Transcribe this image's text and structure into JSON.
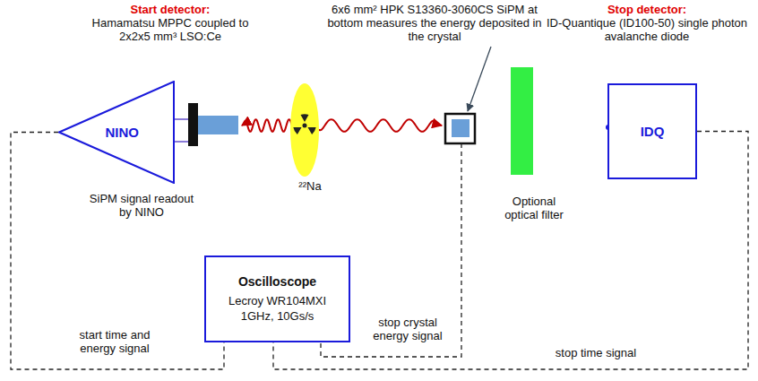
{
  "diagram": {
    "nodes": [
      {
        "text": [
          "NINO"
        ]
      },
      {
        "text": [
          "IDQ"
        ]
      },
      {
        "text": [
          "Oscilloscope",
          "Lecroy WR104MXI 1GHz, 10Gs/s"
        ]
      }
    ],
    "edges": [
      {
        "from": 0,
        "to": 2,
        "arrow": "none",
        "label": "start time and energy signal"
      },
      {
        "from": 1,
        "to": 2,
        "arrow": "none",
        "label": "stop time signal"
      }
    ],
    "labels": [
      "Start detector:",
      "Hamamatsu MPPC coupled to 2x2x5 mm³ LSO:Ce",
      "6x6 mm² HPK S13360-3060CS SiPM at bottom measures the energy deposited in the crystal",
      "Stop detector:",
      "ID-Quantique (ID100-50) single photon avalanche diode",
      "²²Na",
      "SiPM signal readout by NINO",
      "Optional optical filter",
      "stop crystal energy signal"
    ]
  }
}
